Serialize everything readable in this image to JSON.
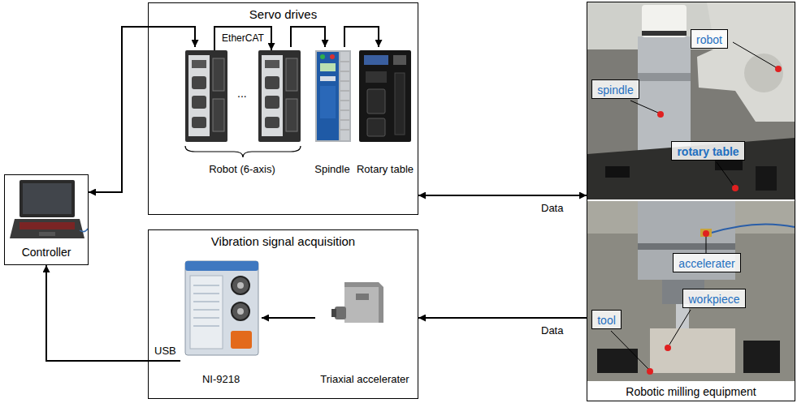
{
  "diagram": {
    "nodes": [
      {
        "text": [
          "Controller"
        ]
      },
      {
        "text": [
          "Servo drives"
        ]
      },
      {
        "text": [
          "Robot (6-axis)"
        ],
        "in": 1
      },
      {
        "text": [
          "Spindle"
        ],
        "in": 1
      },
      {
        "text": [
          "Rotary table"
        ],
        "in": 1
      },
      {
        "text": [
          "Vibration signal acquisition"
        ]
      },
      {
        "text": [
          "NI-9218"
        ],
        "in": 5
      },
      {
        "text": [
          "Triaxial accelerater"
        ],
        "in": 5
      },
      {
        "text": [
          "Robotic milling equipment"
        ]
      },
      {
        "text": [
          "robot"
        ],
        "in": 8
      },
      {
        "text": [
          "spindle"
        ],
        "in": 8
      },
      {
        "text": [
          "rotary table"
        ],
        "in": 8
      },
      {
        "text": [
          "accelerater"
        ],
        "in": 8
      },
      {
        "text": [
          "workpiece"
        ],
        "in": 8
      },
      {
        "text": [
          "tool"
        ],
        "in": 8
      }
    ],
    "edges": [
      {
        "from": 0,
        "to": 2,
        "arrow": "both"
      },
      {
        "from": 2,
        "to": 3,
        "arrow": "to"
      },
      {
        "from": 3,
        "to": 4,
        "arrow": "to"
      },
      {
        "from": 1,
        "to": 8,
        "arrow": "both",
        "label": "Data"
      },
      {
        "from": 8,
        "to": 5,
        "arrow": "to",
        "label": "Data"
      },
      {
        "from": 7,
        "to": 6,
        "arrow": "to"
      },
      {
        "from": 6,
        "to": 0,
        "arrow": "to",
        "label": "USB"
      }
    ],
    "labels": [
      "EtherCAT",
      "..."
    ]
  }
}
